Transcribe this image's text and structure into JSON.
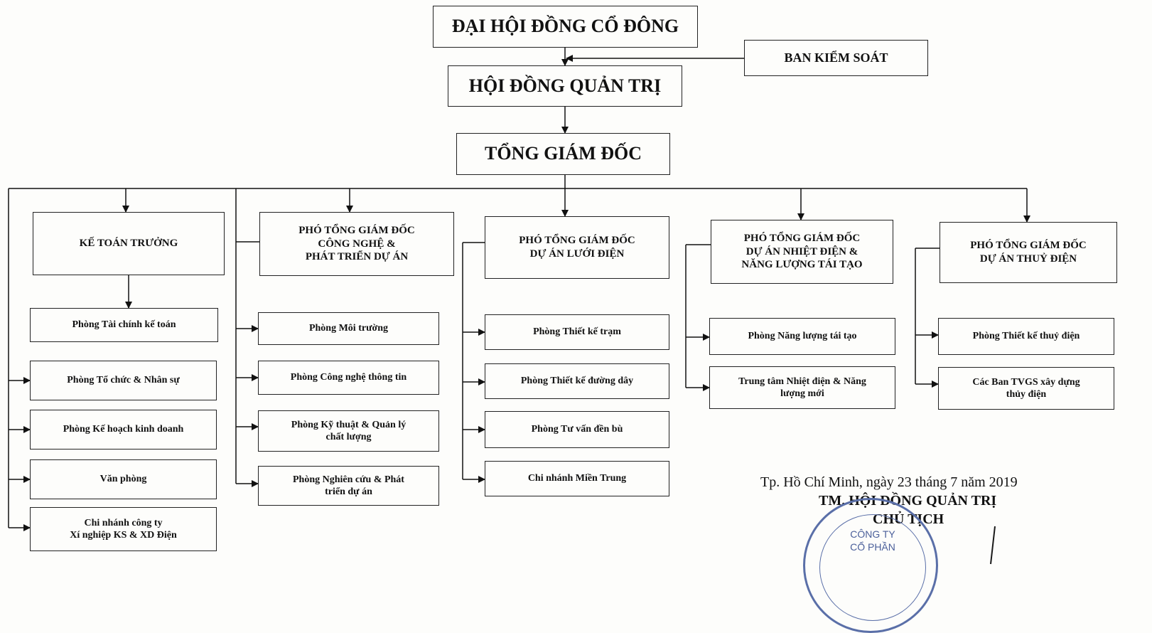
{
  "top": {
    "shareholders": "ĐẠI HỘI ĐỒNG CỔ ĐÔNG",
    "supervisory": "BAN KIỂM SOÁT",
    "board": "HỘI ĐỒNG QUẢN TRỊ",
    "ceo": "TỔNG GIÁM ĐỐC"
  },
  "heads": {
    "accountant": "KẾ TOÁN TRƯỞNG",
    "tech": "PHÓ TỔNG GIÁM ĐỐC\nCÔNG NGHỆ &\nPHÁT TRIỂN DỰ ÁN",
    "grid": "PHÓ TỔNG GIÁM ĐỐC\nDỰ ÁN LƯỚI ĐIỆN",
    "thermal": "PHÓ TỔNG GIÁM ĐỐC\nDỰ ÁN NHIỆT ĐIỆN &\nNĂNG LƯỢNG TÁI TẠO",
    "hydro": "PHÓ TỔNG GIÁM ĐỐC\nDỰ ÁN THUỶ ĐIỆN"
  },
  "depts": {
    "finance": "Phòng Tài chính kế toán",
    "hr": "Phòng Tổ chức & Nhân sự",
    "planning": "Phòng Kế hoạch kinh doanh",
    "office": "Văn phòng",
    "branch": "Chi nhánh công ty\nXí nghiệp KS & XD Điện",
    "environment": "Phòng Môi trường",
    "it": "Phòng Công nghệ thông tin",
    "quality": "Phòng Kỹ thuật & Quản lý\nchất lượng",
    "research": "Phòng Nghiên cứu & Phát\ntriển dự án",
    "substation": "Phòng Thiết kế trạm",
    "lines": "Phòng Thiết kế đường dây",
    "compensation": "Phòng Tư vấn đền bù",
    "central": "Chi nhánh Miền Trung",
    "renewable": "Phòng Năng lượng tái tạo",
    "thermal_center": "Trung tâm Nhiệt điện & Năng\nlượng mới",
    "hydro_design": "Phòng Thiết kế thuỷ điện",
    "tvgs": "Các Ban TVGS xây dựng\nthủy điện"
  },
  "signature": {
    "place_date": "Tp. Hồ Chí Minh, ngày 23 tháng 7 năm 2019",
    "on_behalf": "TM. HỘI ĐỒNG QUẢN TRỊ",
    "title": "CHỦ TỊCH",
    "stamp_line1": "CÔNG TY",
    "stamp_line2": "CỔ PHẦN"
  }
}
